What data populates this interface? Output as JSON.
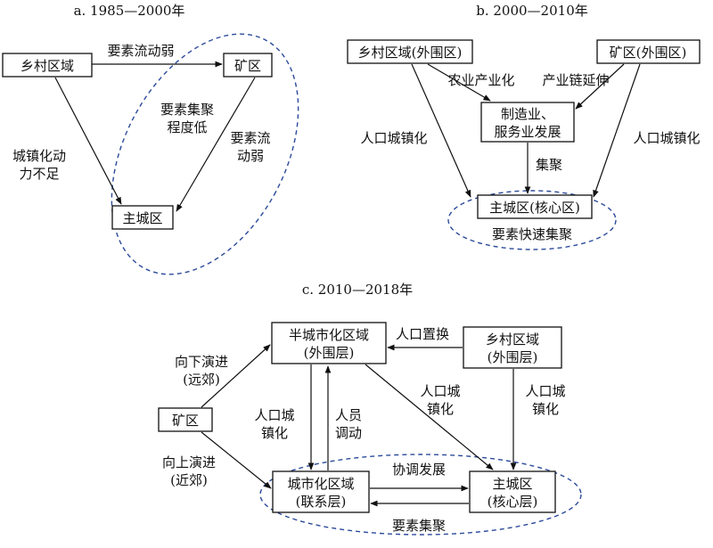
{
  "panel_a": {
    "title": "a. 1985—2000年",
    "nodes": {
      "rural": "乡村区域",
      "mine": "矿区",
      "main_city": "主城区"
    },
    "labels": {
      "rural_to_mine": "要素流动弱",
      "mine_to_city_1": "要素流",
      "mine_to_city_2": "动弱",
      "agg_1": "要素集聚",
      "agg_2": "程度低",
      "rural_to_city_1": "城镇化动",
      "rural_to_city_2": "力不足"
    }
  },
  "panel_b": {
    "title": "b. 2000—2010年",
    "nodes": {
      "rural": "乡村区域(外围区)",
      "mine": "矿区(外围区)",
      "manufacturing_1": "制造业、",
      "manufacturing_2": "服务业发展",
      "main_city": "主城区(核心区)"
    },
    "labels": {
      "agri_industrialization": "农业产业化",
      "chain_extension": "产业链延伸",
      "urbanization_left": "人口城镇化",
      "urbanization_right": "人口城镇化",
      "agglomeration": "集聚",
      "rapid_agglomeration": "要素快速集聚"
    }
  },
  "panel_c": {
    "title": "c. 2010—2018年",
    "nodes": {
      "semi_urban_1": "半城市化区域",
      "semi_urban_2": "(外围层)",
      "rural_1": "乡村区域",
      "rural_2": "(外围层)",
      "mine": "矿区",
      "urbanized_1": "城市化区域",
      "urbanized_2": "(联系层)",
      "main_city_1": "主城区",
      "main_city_2": "(核心层)"
    },
    "labels": {
      "population_replacement": "人口置换",
      "downward_1": "向下演进",
      "downward_2": "(远郊)",
      "upward_1": "向上演进",
      "upward_2": "(近郊)",
      "pop_urb_left_1": "人口城",
      "pop_urb_left_2": "镇化",
      "staff_mobility_1": "人员",
      "staff_mobility_2": "调动",
      "pop_urb_mid_1": "人口城",
      "pop_urb_mid_2": "镇化",
      "pop_urb_right_1": "人口城",
      "pop_urb_right_2": "镇化",
      "coordinated_development": "协调发展",
      "element_agglomeration": "要素集聚"
    }
  }
}
